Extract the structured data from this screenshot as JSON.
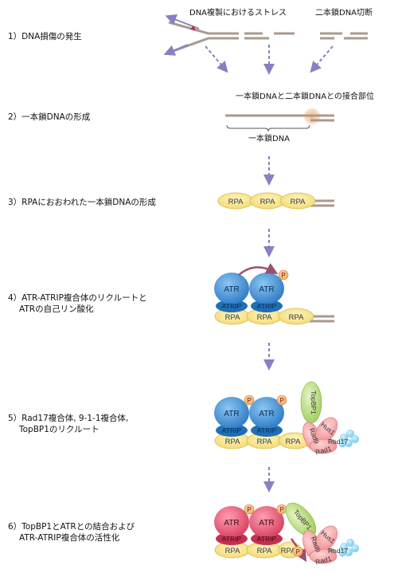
{
  "steps": [
    {
      "label": "1）DNA損傷の発生"
    },
    {
      "label": "2）一本鎖DNAの形成"
    },
    {
      "label": "3）RPAにおおわれた一本鎖DNAの形成"
    },
    {
      "label_line1": "4）ATR-ATRIP複合体のリクルートと",
      "label_line2": "ATRの自己リン酸化"
    },
    {
      "label_line1": "5）Rad17複合体, 9-1-1複合体,",
      "label_line2": "TopBP1のリクルート"
    },
    {
      "label_line1": "6）TopBP1とATRとの結合および",
      "label_line2": "ATR-ATRIP複合体の活性化"
    }
  ],
  "annotations": {
    "replication_stress": "DNA複製におけるストレス",
    "dsb": "二本鎖DNA切断",
    "junction": "一本鎖DNAと二本鎖DNAとの接合部位",
    "ssdna": "一本鎖DNA"
  },
  "proteins": {
    "rpa": "RPA",
    "atr": "ATR",
    "atrip": "ATRIP",
    "phospho": "P",
    "topbp1": "TopBP1",
    "rad9": "Rad9",
    "hus1": "Hus1",
    "rad1": "Rad1",
    "rad17": "Rad17"
  },
  "colors": {
    "dna": "#a89a8f",
    "arrow": "#8a7ec4",
    "rpa": "#f6e08a",
    "atr_inactive": "#3d8fd6",
    "atr_active": "#e05570",
    "phospho": "#f3b36b",
    "topbp1": "#b7d97d",
    "nine_one_one": "#f2a7aa",
    "rad17": "#8fd3f0"
  }
}
